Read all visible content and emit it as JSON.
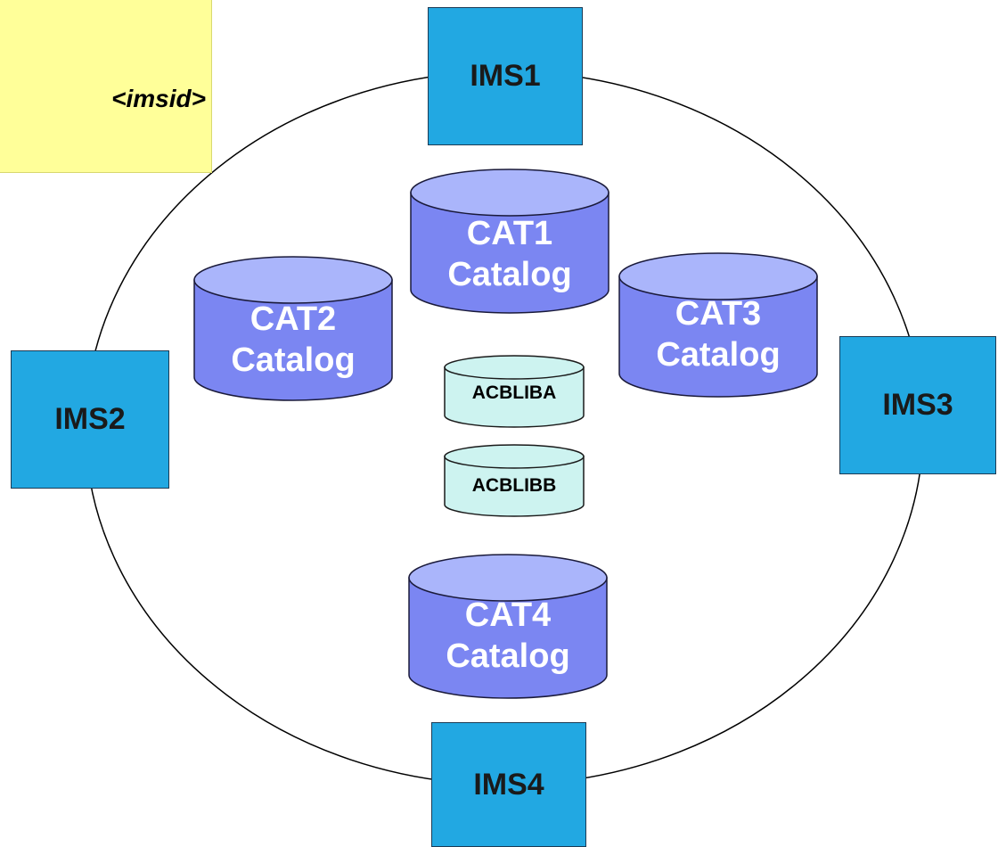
{
  "note": {
    "text": "<imsid>"
  },
  "ims": {
    "ims1": "IMS1",
    "ims2": "IMS2",
    "ims3": "IMS3",
    "ims4": "IMS4"
  },
  "catalogs": {
    "cat1": {
      "line1": "CAT1",
      "line2": "Catalog"
    },
    "cat2": {
      "line1": "CAT2",
      "line2": "Catalog"
    },
    "cat3": {
      "line1": "CAT3",
      "line2": "Catalog"
    },
    "cat4": {
      "line1": "CAT4",
      "line2": "Catalog"
    }
  },
  "libraries": {
    "a": "ACBLIBA",
    "b": "ACBLIBB"
  },
  "colors": {
    "ims_box": "#22a8e2",
    "catalog_body": "#7b86f2",
    "catalog_top": "#aab5fb",
    "library_body": "#cdf3f0",
    "note_bg": "#ffff99"
  }
}
